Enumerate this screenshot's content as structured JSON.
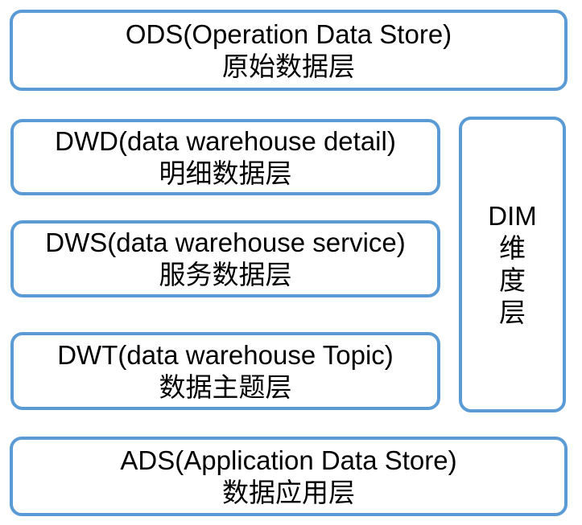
{
  "diagram": {
    "subject": "data-warehouse-layered-architecture",
    "accent_color": "#5B9BD5",
    "text_color": "#000000",
    "background_color": "#FFFFFF"
  },
  "layers": [
    {
      "id": "ods",
      "lines": [
        "ODS(Operation Data Store)",
        "原始数据层"
      ]
    },
    {
      "id": "dwd",
      "lines": [
        "DWD(data warehouse detail)",
        "明细数据层"
      ]
    },
    {
      "id": "dws",
      "lines": [
        "DWS(data warehouse service)",
        "服务数据层"
      ]
    },
    {
      "id": "dwt",
      "lines": [
        "DWT(data warehouse Topic)",
        "数据主题层"
      ]
    },
    {
      "id": "dim",
      "lines": [
        "DIM",
        "维",
        "度",
        "层"
      ]
    },
    {
      "id": "ads",
      "lines": [
        "ADS(Application Data Store)",
        "数据应用层"
      ]
    }
  ]
}
